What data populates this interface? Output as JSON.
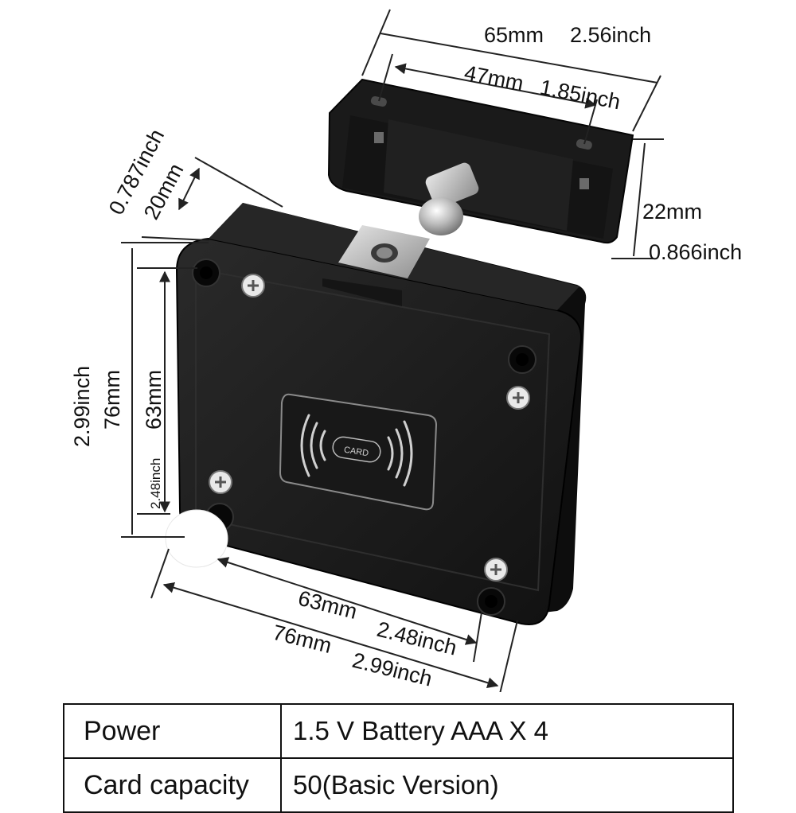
{
  "dimensions": {
    "top_width_mm": "65mm",
    "top_width_in": "2.56inch",
    "hole_spacing_mm": "47mm",
    "hole_spacing_in": "1.85inch",
    "strike_height_mm": "22mm",
    "strike_height_in": "0.866inch",
    "thickness_mm": "20mm",
    "thickness_in": "0.787inch",
    "body_height_mm": "76mm",
    "body_height_in": "2.99inch",
    "inner_height_mm": "63mm",
    "inner_height_in": "2.48inch",
    "inner_width_mm": "63mm",
    "inner_width_in": "2.48inch",
    "body_width_mm": "76mm",
    "body_width_in": "2.99inch"
  },
  "card_badge": "CARD",
  "specs": [
    {
      "label": "Power",
      "value": "1.5 V Battery AAA X 4"
    },
    {
      "label": "Card capacity",
      "value": "50(Basic Version)"
    }
  ],
  "colors": {
    "lock_body": "#1c1c1c",
    "lock_edge": "#0a0a0a",
    "metal": "#b9b9b9",
    "background": "#ffffff"
  }
}
